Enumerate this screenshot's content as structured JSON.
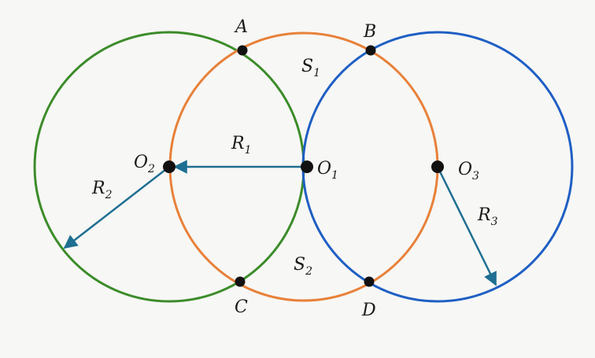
{
  "colors": {
    "background": "#f7f7f5",
    "circle_o1": "#e8813a",
    "circle_o2": "#3c8c2a",
    "circle_o3": "#1f5fc4",
    "radius_arrow": "#1e6f92",
    "point": "#111111",
    "text": "#1a1a1a"
  },
  "labels": {
    "A": "A",
    "B": "B",
    "C": "C",
    "D": "D",
    "O1": "O",
    "O1_sub": "1",
    "O2": "O",
    "O2_sub": "2",
    "O3": "O",
    "O3_sub": "3",
    "R1": "R",
    "R1_sub": "1",
    "R2": "R",
    "R2_sub": "2",
    "R3": "R",
    "R3_sub": "3",
    "S1": "S",
    "S1_sub": "1",
    "S2": "S",
    "S2_sub": "2"
  }
}
